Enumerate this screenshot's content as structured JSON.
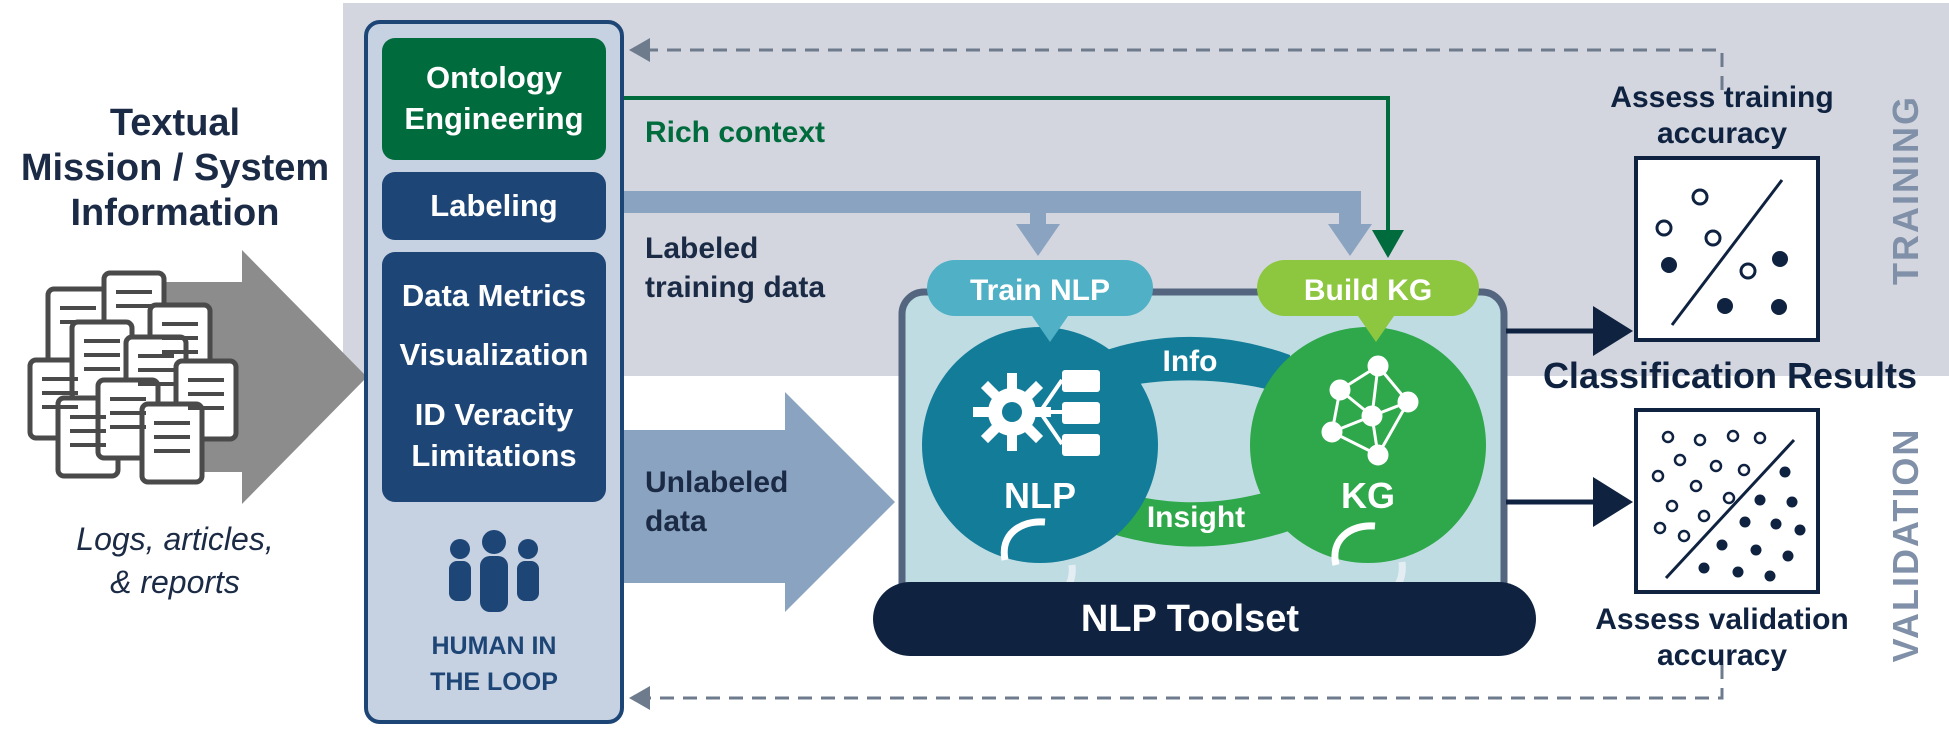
{
  "input": {
    "title_lines": [
      "Textual",
      "Mission / System",
      "Information"
    ],
    "caption_lines": [
      "Logs, articles,",
      "& reports"
    ],
    "icon": "documents-stack-icon"
  },
  "hitl_panel": {
    "ontology_lines": [
      "Ontology",
      "Engineering"
    ],
    "labeling": "Labeling",
    "metrics_items": [
      "Data Metrics",
      "Visualization",
      "ID Veracity",
      "Limitations"
    ],
    "people_icon": "people-group-icon",
    "hitl_lines": [
      "HUMAN IN",
      "THE LOOP"
    ]
  },
  "flows": {
    "rich_context": "Rich context",
    "labeled_lines": [
      "Labeled",
      "training data"
    ],
    "unlabeled_lines": [
      "Unlabeled",
      "data"
    ]
  },
  "toolset": {
    "train_nlp": "Train NLP",
    "build_kg": "Build KG",
    "nlp": "NLP",
    "kg": "KG",
    "info": "Info",
    "insight": "Insight",
    "toolset_label": "NLP Toolset",
    "nlp_icon": "gear-network-icon",
    "kg_icon": "knowledge-graph-icon"
  },
  "results": {
    "classification": "Classification Results",
    "training_lines": [
      "Assess training",
      "accuracy"
    ],
    "validation_lines": [
      "Assess validation",
      "accuracy"
    ],
    "side_training": "TRAINING",
    "side_validation": "VALIDATION"
  },
  "colors": {
    "navy": "#1d4576",
    "dark_navy": "#0f2240",
    "green_dark": "#006b3c",
    "green": "#2ea84a",
    "lime": "#8dc63f",
    "teal": "#127c99",
    "light_teal": "#4fb0c6",
    "steel": "#8aa3c0",
    "gray_band": "#d3d6df",
    "panel_bg": "#c6d2e2"
  }
}
